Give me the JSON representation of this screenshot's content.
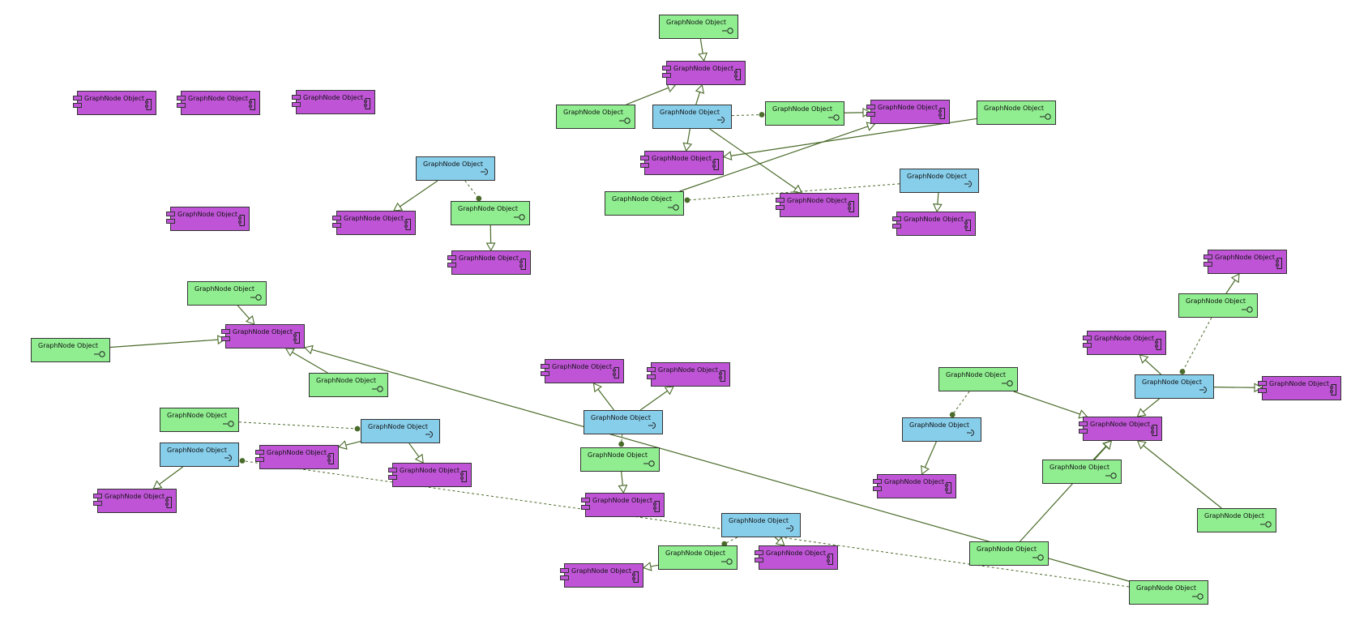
{
  "colors": {
    "component": "#bf55d6",
    "provider": "#90ee90",
    "consumer": "#87ceeb",
    "edge": "#4a6b2a"
  },
  "icons": {
    "component": "component-icon",
    "provider": "lollipop-interface-icon",
    "consumer": "socket-interface-icon"
  },
  "nodes": [
    {
      "id": "c1",
      "type": "component",
      "label": "GraphNode Object"
    },
    {
      "id": "c2",
      "type": "component",
      "label": "GraphNode Object"
    },
    {
      "id": "c3",
      "type": "component",
      "label": "GraphNode Object"
    },
    {
      "id": "c4",
      "type": "component",
      "label": "GraphNode Object"
    },
    {
      "id": "u1",
      "type": "consumer",
      "label": "GraphNode Object"
    },
    {
      "id": "c5",
      "type": "component",
      "label": "GraphNode Object"
    },
    {
      "id": "p1",
      "type": "provider",
      "label": "GraphNode Object"
    },
    {
      "id": "c6",
      "type": "component",
      "label": "GraphNode Object"
    },
    {
      "id": "p2",
      "type": "provider",
      "label": "GraphNode Object"
    },
    {
      "id": "c7",
      "type": "component",
      "label": "GraphNode Object"
    },
    {
      "id": "p3",
      "type": "provider",
      "label": "GraphNode Object"
    },
    {
      "id": "u2",
      "type": "consumer",
      "label": "GraphNode Object"
    },
    {
      "id": "p4",
      "type": "provider",
      "label": "GraphNode Object"
    },
    {
      "id": "c8",
      "type": "component",
      "label": "GraphNode Object"
    },
    {
      "id": "p5",
      "type": "provider",
      "label": "GraphNode Object"
    },
    {
      "id": "c9",
      "type": "component",
      "label": "GraphNode Object"
    },
    {
      "id": "p6",
      "type": "provider",
      "label": "GraphNode Object"
    },
    {
      "id": "c10",
      "type": "component",
      "label": "GraphNode Object"
    },
    {
      "id": "u3",
      "type": "consumer",
      "label": "GraphNode Object"
    },
    {
      "id": "c11",
      "type": "component",
      "label": "GraphNode Object"
    },
    {
      "id": "p7",
      "type": "provider",
      "label": "GraphNode Object"
    },
    {
      "id": "c12",
      "type": "component",
      "label": "GraphNode Object"
    },
    {
      "id": "p8",
      "type": "provider",
      "label": "GraphNode Object"
    },
    {
      "id": "p9",
      "type": "provider",
      "label": "GraphNode Object"
    },
    {
      "id": "u4",
      "type": "consumer",
      "label": "GraphNode Object"
    },
    {
      "id": "c13",
      "type": "component",
      "label": "GraphNode Object"
    },
    {
      "id": "p10",
      "type": "provider",
      "label": "GraphNode Object"
    },
    {
      "id": "u5",
      "type": "consumer",
      "label": "GraphNode Object"
    },
    {
      "id": "c14",
      "type": "component",
      "label": "GraphNode Object"
    },
    {
      "id": "c15",
      "type": "component",
      "label": "GraphNode Object"
    },
    {
      "id": "c16",
      "type": "component",
      "label": "GraphNode Object"
    },
    {
      "id": "c17",
      "type": "component",
      "label": "GraphNode Object"
    },
    {
      "id": "u6",
      "type": "consumer",
      "label": "GraphNode Object"
    },
    {
      "id": "p11",
      "type": "provider",
      "label": "GraphNode Object"
    },
    {
      "id": "c18",
      "type": "component",
      "label": "GraphNode Object"
    },
    {
      "id": "u7",
      "type": "consumer",
      "label": "GraphNode Object"
    },
    {
      "id": "p12",
      "type": "provider",
      "label": "GraphNode Object"
    },
    {
      "id": "c19",
      "type": "component",
      "label": "GraphNode Object"
    },
    {
      "id": "c20",
      "type": "component",
      "label": "GraphNode Object"
    },
    {
      "id": "c21",
      "type": "component",
      "label": "GraphNode Object"
    },
    {
      "id": "p13",
      "type": "provider",
      "label": "GraphNode Object"
    },
    {
      "id": "c22",
      "type": "component",
      "label": "GraphNode Object"
    },
    {
      "id": "u8",
      "type": "consumer",
      "label": "GraphNode Object"
    },
    {
      "id": "c23",
      "type": "component",
      "label": "GraphNode Object"
    },
    {
      "id": "p14",
      "type": "provider",
      "label": "GraphNode Object"
    },
    {
      "id": "u9",
      "type": "consumer",
      "label": "GraphNode Object"
    },
    {
      "id": "c24",
      "type": "component",
      "label": "GraphNode Object"
    },
    {
      "id": "c25",
      "type": "component",
      "label": "GraphNode Object"
    },
    {
      "id": "p15",
      "type": "provider",
      "label": "GraphNode Object"
    },
    {
      "id": "p16",
      "type": "provider",
      "label": "GraphNode Object"
    },
    {
      "id": "p17",
      "type": "provider",
      "label": "GraphNode Object"
    },
    {
      "id": "p18",
      "type": "provider",
      "label": "GraphNode Object"
    }
  ],
  "edges": [
    {
      "from": "u1",
      "to": "c5",
      "kind": "solid"
    },
    {
      "from": "u1",
      "to": "p1",
      "kind": "dashed"
    },
    {
      "from": "p1",
      "to": "c6",
      "kind": "solid"
    },
    {
      "from": "p2",
      "to": "c7",
      "kind": "solid"
    },
    {
      "from": "p3",
      "to": "c7",
      "kind": "solid"
    },
    {
      "from": "u2",
      "to": "c7",
      "kind": "solid"
    },
    {
      "from": "u2",
      "to": "p4",
      "kind": "dashed"
    },
    {
      "from": "u2",
      "to": "c9",
      "kind": "solid"
    },
    {
      "from": "u2",
      "to": "c10",
      "kind": "solid"
    },
    {
      "from": "p5",
      "to": "c9",
      "kind": "solid"
    },
    {
      "from": "p4",
      "to": "c8",
      "kind": "solid"
    },
    {
      "from": "p6",
      "to": "c8",
      "kind": "solid"
    },
    {
      "from": "u3",
      "to": "p6",
      "kind": "dashed"
    },
    {
      "from": "u3",
      "to": "c11",
      "kind": "solid"
    },
    {
      "from": "p7",
      "to": "c12",
      "kind": "solid"
    },
    {
      "from": "p8",
      "to": "c12",
      "kind": "solid"
    },
    {
      "from": "p9",
      "to": "c12",
      "kind": "solid"
    },
    {
      "from": "p11",
      "to": "c12",
      "kind": "solid"
    },
    {
      "from": "p10",
      "to": "u4",
      "kind": "dashed"
    },
    {
      "from": "u4",
      "to": "c13",
      "kind": "solid"
    },
    {
      "from": "u4",
      "to": "c14",
      "kind": "solid"
    },
    {
      "from": "p11",
      "to": "u5",
      "kind": "dashed"
    },
    {
      "from": "u5",
      "to": "c15",
      "kind": "solid"
    },
    {
      "from": "u6",
      "to": "c16",
      "kind": "solid"
    },
    {
      "from": "u6",
      "to": "c17",
      "kind": "solid"
    },
    {
      "from": "u6",
      "to": "p12",
      "kind": "dashed"
    },
    {
      "from": "p12",
      "to": "c18",
      "kind": "solid"
    },
    {
      "from": "u7",
      "to": "p13",
      "kind": "dashed"
    },
    {
      "from": "u7",
      "to": "c19",
      "kind": "solid"
    },
    {
      "from": "p13",
      "to": "c20",
      "kind": "solid"
    },
    {
      "from": "p14",
      "to": "u8",
      "kind": "dashed"
    },
    {
      "from": "u8",
      "to": "c21",
      "kind": "solid"
    },
    {
      "from": "p18",
      "to": "c22",
      "kind": "solid"
    },
    {
      "from": "p18",
      "to": "u9",
      "kind": "dashed"
    },
    {
      "from": "u9",
      "to": "c23",
      "kind": "solid"
    },
    {
      "from": "u9",
      "to": "c24",
      "kind": "solid"
    },
    {
      "from": "u9",
      "to": "c25",
      "kind": "solid"
    },
    {
      "from": "p14",
      "to": "c25",
      "kind": "solid"
    },
    {
      "from": "p15",
      "to": "c25",
      "kind": "solid"
    },
    {
      "from": "p16",
      "to": "c25",
      "kind": "solid"
    },
    {
      "from": "p17",
      "to": "c25",
      "kind": "solid"
    }
  ]
}
